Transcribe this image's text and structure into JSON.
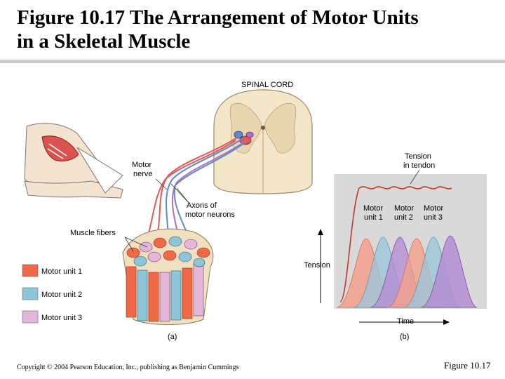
{
  "title": {
    "line1": "Figure 10.17  The Arrangement of Motor Units",
    "line2": "in a Skeletal Muscle"
  },
  "panel_a": {
    "spinal_cord_label": "SPINAL CORD",
    "motor_nerve_label_1": "Motor",
    "motor_nerve_label_2": "nerve",
    "axons_label_1": "Axons of",
    "axons_label_2": "motor neurons",
    "muscle_fibers_label": "Muscle fibers",
    "legend": [
      {
        "label": "Motor unit 1",
        "color": "#f06a4a"
      },
      {
        "label": "Motor unit 2",
        "color": "#8ec6d9"
      },
      {
        "label": "Motor unit 3",
        "color": "#e3b6da"
      }
    ],
    "panel_label": "(a)"
  },
  "panel_b": {
    "tension_in_tendon_1": "Tension",
    "tension_in_tendon_2": "in tendon",
    "unit_labels": [
      {
        "line1": "Motor",
        "line2": "unit 1"
      },
      {
        "line1": "Motor",
        "line2": "unit 2"
      },
      {
        "line1": "Motor",
        "line2": "unit 3"
      }
    ],
    "y_axis_label": "Tension",
    "x_axis_label": "Time",
    "panel_label": "(b)",
    "background_color": "#d9d9d9",
    "twitch_colors": [
      "#f3a08a",
      "#9cc6d8",
      "#b48ed3"
    ]
  },
  "footer": {
    "copyright": "Copyright © 2004 Pearson Education, Inc., publishing as Benjamin Cummings",
    "figure_ref": "Figure 10.17"
  }
}
